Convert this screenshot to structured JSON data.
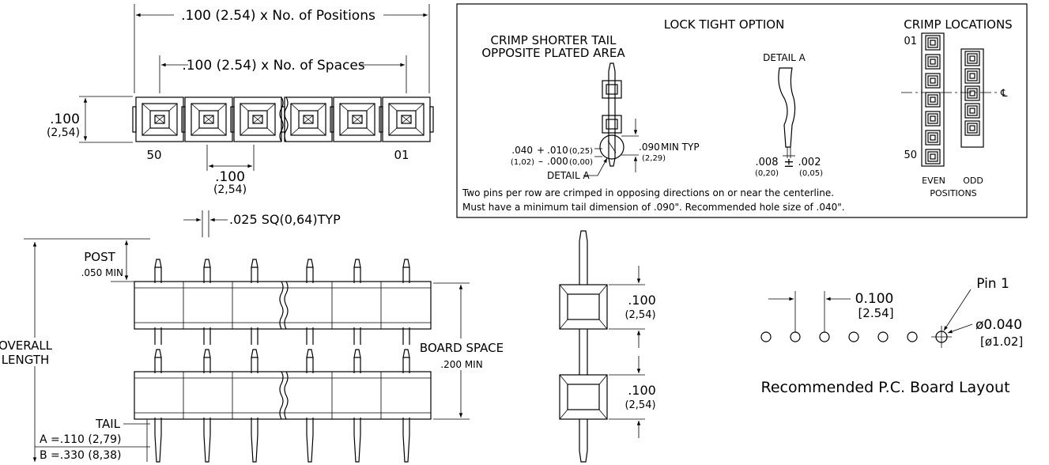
{
  "top_view": {
    "positions_dim": ".100 (2.54) x No. of Positions",
    "spaces_dim": ".100 (2.54) x No. of Spaces",
    "pitch_height": ".100",
    "pitch_height_metric": "(2,54)",
    "label_left": "50",
    "label_right": "01",
    "pitch_width": ".100",
    "pitch_width_metric": "(2,54)"
  },
  "lock_tight": {
    "title": "LOCK TIGHT OPTION",
    "crimp_note_line1": "CRIMP SHORTER TAIL",
    "crimp_note_line2": "OPPOSITE PLATED AREA",
    "detail_a_label": "DETAIL A",
    "detail_a_callout": "DETAIL A",
    "dim_040": ".040",
    "dim_040_plus": "+",
    "dim_102": "(1,02)",
    "dim_102_minus": "–",
    "dim_010": ".010",
    "dim_010_metric": "(0,25)",
    "dim_000": ".000",
    "dim_000_metric": "(0,00)",
    "dim_090": ".090",
    "dim_090_note": "MIN TYP",
    "dim_090_metric": "(2,29)",
    "dim_008": ".008",
    "dim_008_metric": "(0,20)",
    "dim_plusminus": "±",
    "dim_002": ".002",
    "dim_002_metric": "(0,05)",
    "crimp_locations_title": "CRIMP LOCATIONS",
    "pos_01": "01",
    "pos_50": "50",
    "centerline": "℄",
    "even_label": "EVEN",
    "odd_label": "ODD",
    "positions_label": "POSITIONS",
    "note_line1": "Two pins per row are crimped in opposing directions on or near the centerline.",
    "note_line2": "Must have a minimum tail dimension of .090\". Recommended hole size of .040\"."
  },
  "side_view": {
    "sq_dim": ".025 SQ(0,64)TYP",
    "post_label": "POST",
    "post_min": ".050 MIN",
    "overall_line1": "OVERALL",
    "overall_line2": "LENGTH",
    "board_space": "BOARD SPACE",
    "board_space_min": ".200 MIN",
    "tail_label": "TAIL",
    "tail_a": "A =.110  (2,79)",
    "tail_b": "B =.330  (8,38)"
  },
  "end_view": {
    "pitch_top": ".100",
    "pitch_top_metric": "(2,54)",
    "pitch_bottom": ".100",
    "pitch_bottom_metric": "(2,54)"
  },
  "pcb_layout": {
    "pitch": "0.100",
    "pitch_metric": "[2.54]",
    "pin1_label": "Pin 1",
    "hole_dia": "ø0.040",
    "hole_dia_metric": "[ø1.02]",
    "caption": "Recommended P.C. Board Layout"
  }
}
